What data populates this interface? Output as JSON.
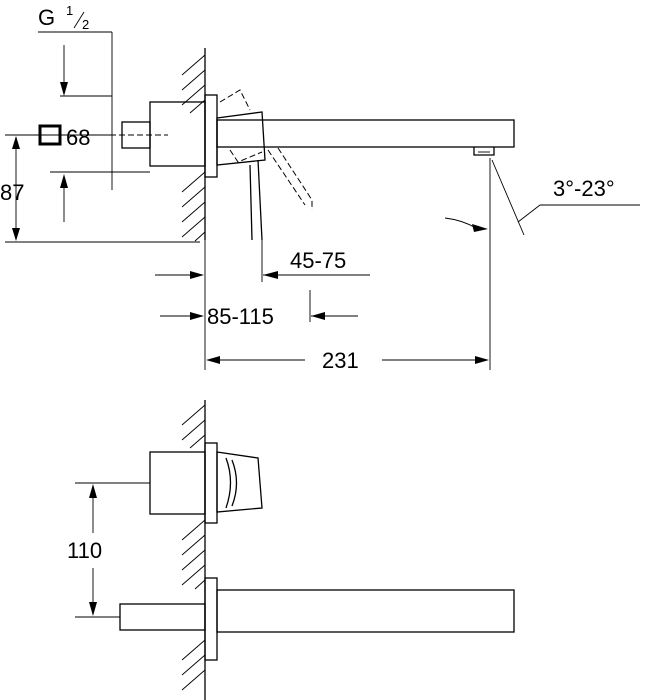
{
  "dimensions": {
    "thread": {
      "base": "G",
      "num": "1",
      "den": "2"
    },
    "square_size": "68",
    "height_left": "87",
    "lever_range": "45-75",
    "wall_range": "85-115",
    "spout_length": "231",
    "angle_range": "3°-23°",
    "side_height": "110"
  },
  "colors": {
    "line": "#000000",
    "background": "#ffffff"
  }
}
